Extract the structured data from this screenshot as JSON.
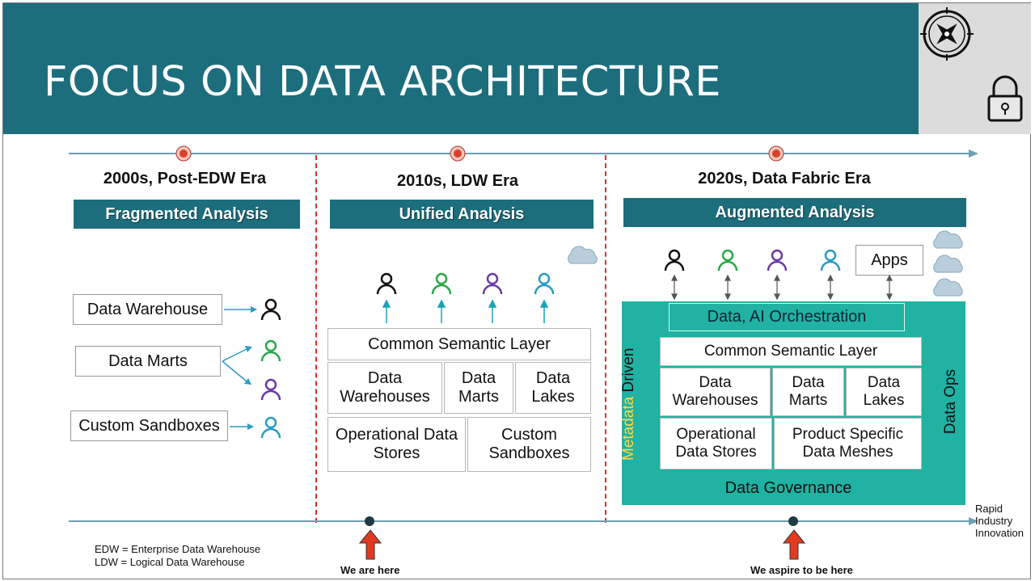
{
  "header": {
    "title": "FOCUS ON DATA ARCHITECTURE"
  },
  "icons": [
    "compass-icon",
    "padlock-icon",
    "cloud-icon",
    "person-icon",
    "red-up-arrow-icon"
  ],
  "colors": {
    "header": "#1c6e7d",
    "band": "#1c6e7d",
    "fabric": "#20b2a2",
    "dashed_divider": "#e0302a",
    "metadata_text": "#ffd84a"
  },
  "eras": [
    {
      "title": "2000s, Post-EDW Era",
      "band": "Fragmented Analysis",
      "sources": [
        "Data Warehouse",
        "Data Marts",
        "Custom Sandboxes"
      ]
    },
    {
      "title": "2010s, LDW Era",
      "band": "Unified Analysis",
      "layers": {
        "semantic": "Common Semantic Layer",
        "warehouses": "Data Warehouses",
        "marts": "Data Marts",
        "lakes": "Data Lakes",
        "ods": "Operational Data Stores",
        "sandboxes": "Custom Sandboxes"
      }
    },
    {
      "title": "2020s, Data Fabric Era",
      "band": "Augmented Analysis",
      "apps": "Apps",
      "orchestration": "Data, AI Orchestration",
      "metadata_prefix": "Metadata",
      "metadata_suffix": "Driven",
      "data_ops": "Data Ops",
      "governance": "Data Governance",
      "layers": {
        "semantic": "Common Semantic Layer",
        "warehouses": "Data Warehouses",
        "marts": "Data Marts",
        "lakes": "Data Lakes",
        "ods": "Operational Data Stores",
        "meshes": "Product Specific Data Meshes"
      }
    }
  ],
  "timeline": {
    "end_label": "Rapid Industry Innovation",
    "markers": [
      "We are here",
      "We aspire to be here"
    ]
  },
  "footnotes": [
    "EDW = Enterprise Data Warehouse",
    "LDW = Logical Data Warehouse"
  ]
}
